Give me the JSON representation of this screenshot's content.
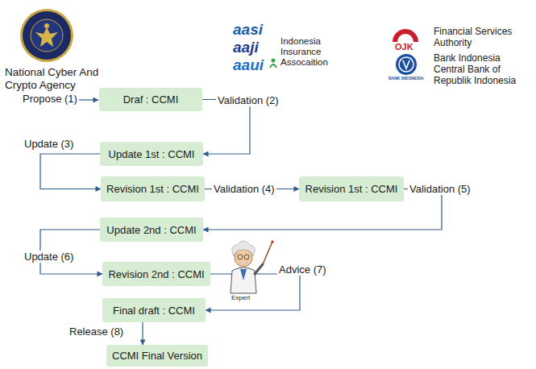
{
  "diagram": {
    "nodes": [
      {
        "text": [
          "Draf : CCMI"
        ]
      },
      {
        "text": [
          "Update 1st : CCMI"
        ]
      },
      {
        "text": [
          "Revision 1st : CCMI"
        ]
      },
      {
        "text": [
          "Revision 1st : CCMI"
        ]
      },
      {
        "text": [
          "Update 2nd : CCMI"
        ]
      },
      {
        "text": [
          "Revision 2nd : CCMI"
        ]
      },
      {
        "text": [
          "Final draft : CCMI"
        ]
      },
      {
        "text": [
          "CCMI Final Version"
        ]
      }
    ],
    "edges": [
      {
        "from": 0,
        "to": 1,
        "label": "Validation (2)",
        "arrow": "to"
      },
      {
        "from": 1,
        "to": 2,
        "label": "Update (3)",
        "arrow": "to"
      },
      {
        "from": 2,
        "to": 3,
        "label": "Validation (4)",
        "arrow": "to"
      },
      {
        "from": 3,
        "to": 4,
        "label": "Validation (5)",
        "arrow": "to"
      },
      {
        "from": 4,
        "to": 5,
        "label": "Update (6)",
        "arrow": "to"
      },
      {
        "from": 5,
        "to": 6,
        "label": "Advice (7)",
        "arrow": "to"
      },
      {
        "from": 6,
        "to": 7,
        "label": "Release (8)",
        "arrow": "to"
      }
    ],
    "labels": [
      "National Cyber And Crypto Agency",
      "aasi",
      "aaji",
      "aaui",
      "Indonesia Insurance Assocaition",
      "OJK",
      "Financial Services Authority",
      "BANK INDONESIA",
      "Bank Indonesia Central Bank of Republik Indonesia",
      "Propose (1)",
      "Expert"
    ]
  }
}
